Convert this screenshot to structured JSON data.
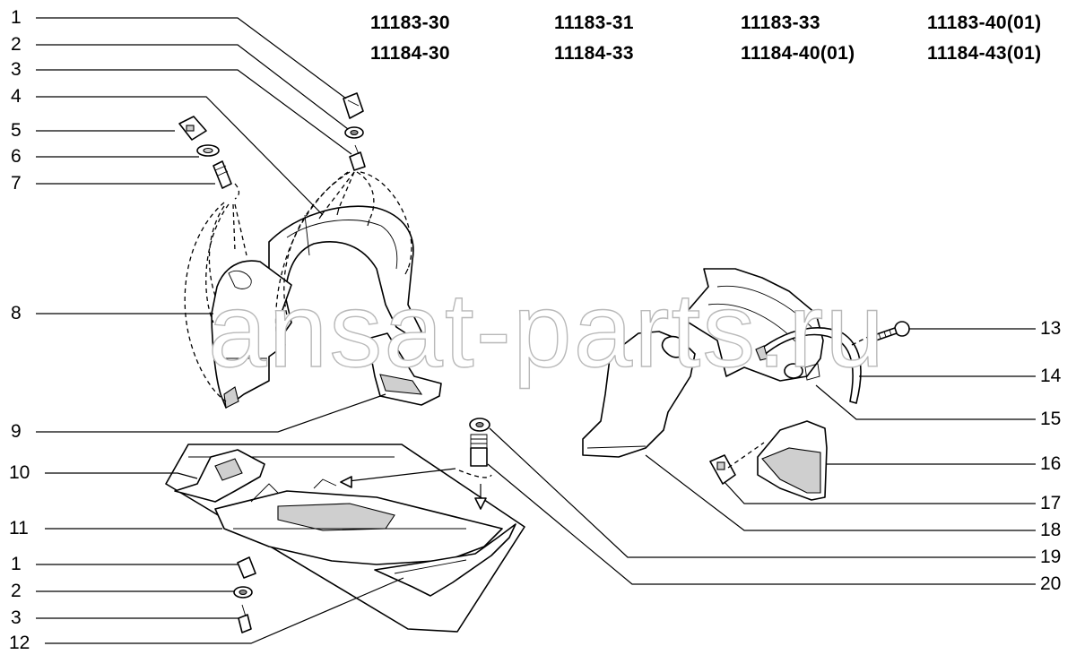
{
  "models": [
    [
      "11183-30",
      "11184-30"
    ],
    [
      "11183-31",
      "11184-33"
    ],
    [
      "11183-33",
      "11184-40(01)"
    ],
    [
      "11183-40(01)",
      "11184-43(01)"
    ]
  ],
  "callouts_left": [
    "1",
    "2",
    "3",
    "4",
    "5",
    "6",
    "7",
    "8",
    "9",
    "10",
    "11",
    "1",
    "2",
    "3",
    "12"
  ],
  "callouts_right": [
    "13",
    "14",
    "15",
    "16",
    "17",
    "18",
    "19",
    "20"
  ],
  "watermark": "ansat-parts.ru"
}
